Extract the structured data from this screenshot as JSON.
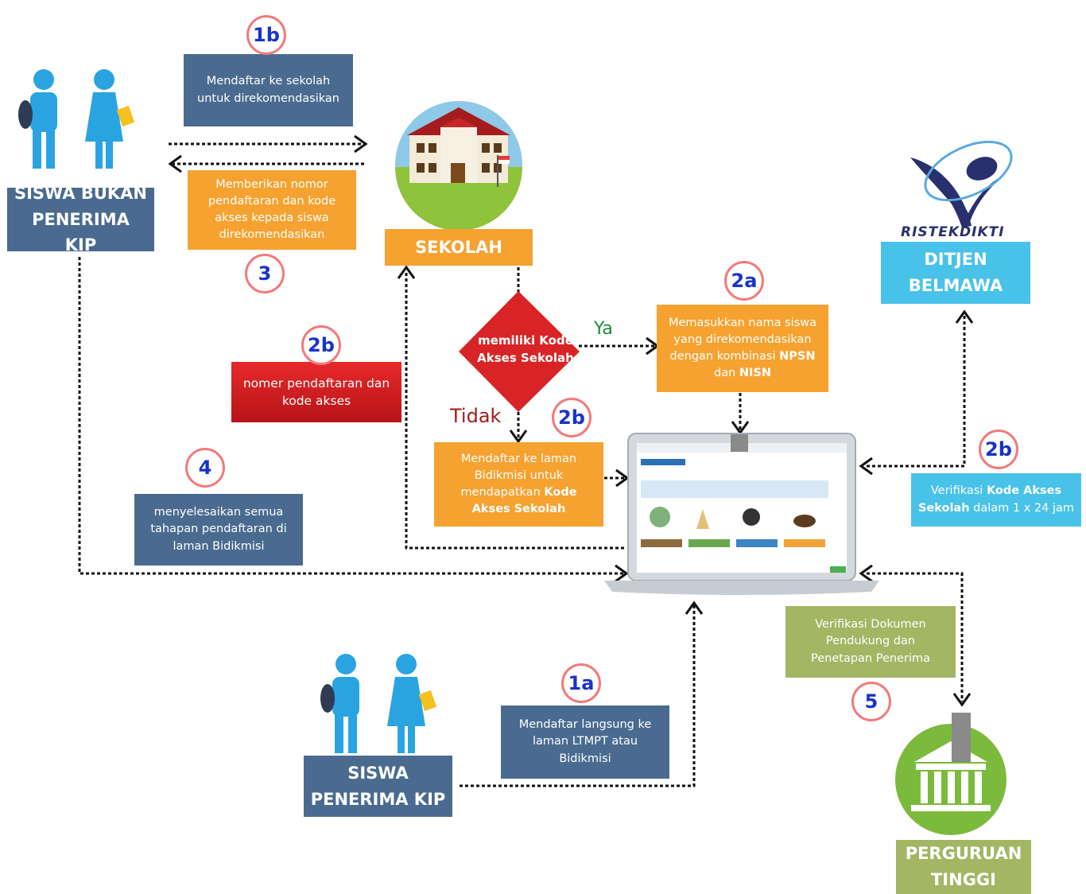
{
  "nodes": {
    "siswa_bukan": {
      "line1": "SISWA BUKAN",
      "line2": "PENERIMA KIP"
    },
    "sekolah": {
      "label": "SEKOLAH"
    },
    "ditjen": {
      "line1": "DITJEN",
      "line2": "BELMAWA"
    },
    "ristekdikti": {
      "logo_text": "RISTEKDIKTI"
    },
    "siswa_penerima": {
      "line1": "SISWA",
      "line2": "PENERIMA KIP"
    },
    "perguruan": {
      "line1": "PERGURUAN",
      "line2": "TINGGI"
    }
  },
  "steps": {
    "s1b": {
      "badge": "1b",
      "line1": "Mendaftar ke sekolah",
      "line2": "untuk direkomendasikan"
    },
    "s3": {
      "badge": "3",
      "line1": "Memberikan nomor",
      "line2": "pendaftaran dan kode",
      "line3": "akses kepada siswa",
      "line4": "direkomendasikan"
    },
    "s2b_left": {
      "badge": "2b",
      "line1": "nomer pendaftaran dan",
      "line2": "kode akses"
    },
    "s4": {
      "badge": "4",
      "line1": "menyelesaikan semua",
      "line2": "tahapan pendaftaran di",
      "line3": "laman Bidikmisi"
    },
    "decision": {
      "line1": "memiliki Kode",
      "line2": "Akses Sekolah",
      "yes": "Ya",
      "no": "Tidak"
    },
    "s2a": {
      "badge": "2a",
      "line1": "Memasukkan nama siswa",
      "line2": "yang direkomendasikan",
      "line3": "dengan kombinasi",
      "npsn": "NPSN",
      "dan": "dan",
      "nisn": "NISN"
    },
    "s2b_mid": {
      "badge": "2b",
      "line1": "Mendaftar ke laman",
      "line2": "Bidikmisi untuk",
      "line3": "mendapatkan",
      "bold1": "Kode",
      "bold2": "Akses Sekolah"
    },
    "s2b_right": {
      "badge": "2b",
      "prefix": "Verifikasi",
      "bold1": "Kode Akses",
      "bold2": "Sekolah",
      "suffix": "dalam 1 x 24 jam"
    },
    "s1a": {
      "badge": "1a",
      "line1": "Mendaftar langsung ke",
      "line2": "laman LTMPT atau",
      "line3": "Bidikmisi"
    },
    "s5": {
      "badge": "5",
      "line1": "Verifikasi Dokumen",
      "line2": "Pendukung dan",
      "line3": "Penetapan Penerima"
    }
  },
  "colors": {
    "navy": "#4a6b8f",
    "orange": "#f5a230",
    "red": "#d01f22",
    "cyan": "#48c2e9",
    "olive": "#a2b664",
    "badge_ring": "#f27a7a",
    "badge_text": "#1833c7",
    "yes": "#1f8a3a",
    "no": "#9c1c1c",
    "person": "#2aa4e0"
  },
  "icons": [
    "student-pair-icon",
    "school-building-icon",
    "ristekdikti-logo-icon",
    "laptop-icon",
    "university-icon"
  ]
}
